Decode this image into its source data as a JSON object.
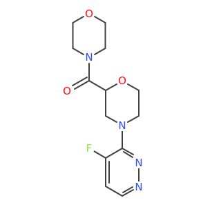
{
  "molecule": {
    "atoms": {
      "morpholine_o_top": {
        "symbol": "O",
        "color": "#ff0d0d"
      },
      "morpholine_n_top": {
        "symbol": "N",
        "color": "#3050f8"
      },
      "carbonyl_o": {
        "symbol": "O",
        "color": "#ff0d0d"
      },
      "ring_o": {
        "symbol": "O",
        "color": "#ff0d0d"
      },
      "ring_n": {
        "symbol": "N",
        "color": "#3050f8"
      },
      "fluorine": {
        "symbol": "F",
        "color": "#90e050"
      },
      "pyrimidine_n3": {
        "symbol": "N",
        "color": "#3050f8"
      },
      "pyrimidine_n1": {
        "symbol": "N",
        "color": "#3050f8"
      }
    },
    "bond_color": "#404040"
  }
}
